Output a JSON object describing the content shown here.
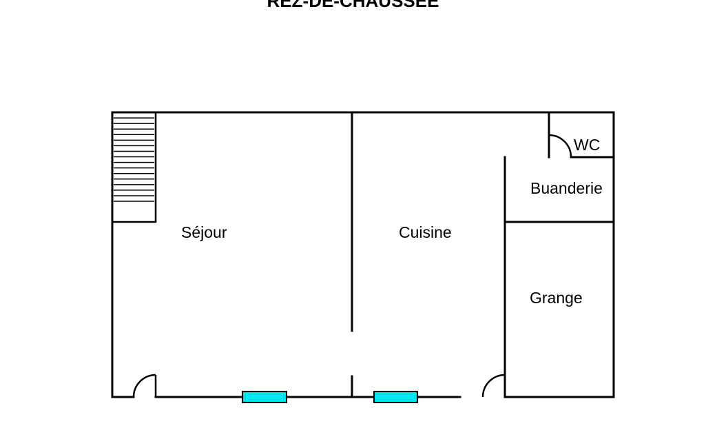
{
  "title": "REZ-DE-CHAUSSÉE",
  "rooms": {
    "sejour": "Séjour",
    "cuisine": "Cuisine",
    "wc": "WC",
    "buanderie": "Buanderie",
    "grange": "Grange"
  },
  "colors": {
    "walls": "#000000",
    "windows": "#00e5ee",
    "background": "#ffffff"
  },
  "counts": {
    "stair_steps": 16,
    "doors": 3,
    "windows": 2
  }
}
